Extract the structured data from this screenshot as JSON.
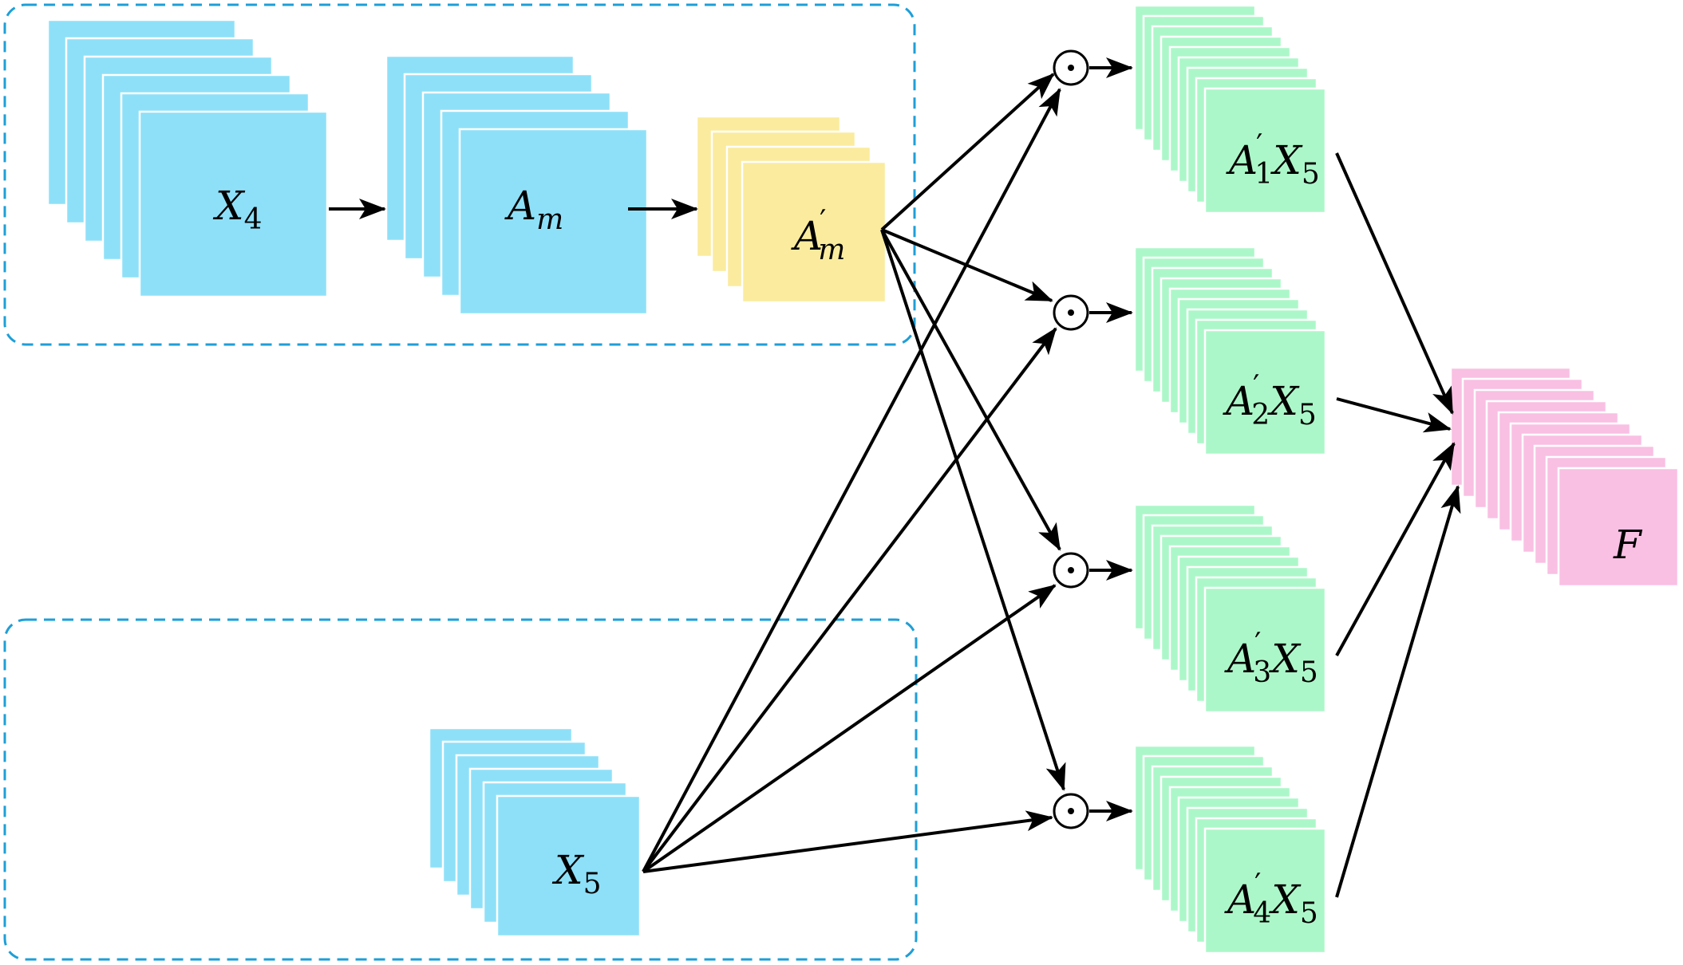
{
  "colors": {
    "blue": "#8ee0f8",
    "yellow": "#faeb9e",
    "green": "#acf7c9",
    "pink": "#f9c0e3",
    "frame_edge": "#ffffff",
    "group_border": "#1e9fd8"
  },
  "labels": {
    "x4": {
      "base": "X",
      "sub": "4"
    },
    "am": {
      "base": "A",
      "sub": "m"
    },
    "am_prime": {
      "base": "A",
      "prime": "′",
      "sub": "m"
    },
    "x5": {
      "base": "X",
      "sub": "5"
    },
    "products": [
      {
        "a": "A",
        "prime": "′",
        "sub": "1",
        "x": "X",
        "xsub": "5"
      },
      {
        "a": "A",
        "prime": "′",
        "sub": "2",
        "x": "X",
        "xsub": "5"
      },
      {
        "a": "A",
        "prime": "′",
        "sub": "3",
        "x": "X",
        "xsub": "5"
      },
      {
        "a": "A",
        "prime": "′",
        "sub": "4",
        "x": "X",
        "xsub": "5"
      }
    ],
    "f": "F"
  },
  "operator_symbol": "⊙"
}
